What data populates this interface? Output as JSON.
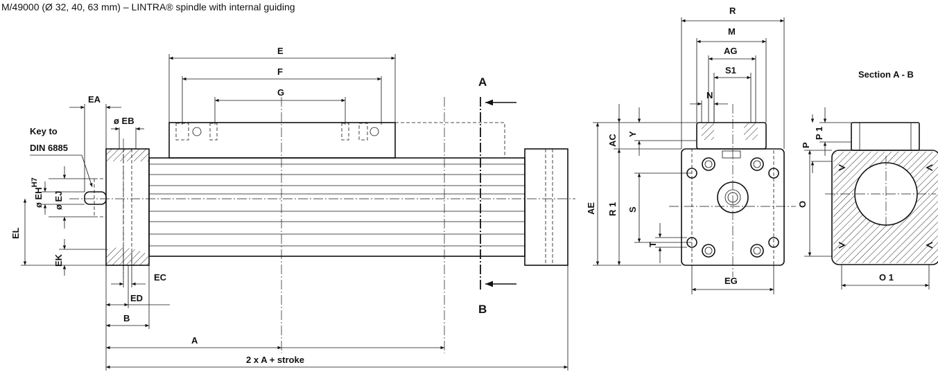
{
  "title": "M/49000 (Ø 32, 40, 63 mm) – LINTRA® spindle with internal guiding",
  "side_view": {
    "labels": {
      "E": "E",
      "F": "F",
      "G": "G",
      "EA": "EA",
      "EB": "ø EB",
      "EC": "EC",
      "ED": "ED",
      "B": "B",
      "EH": "ø EH",
      "EH_sup": "H7",
      "EJ": "ø EJ",
      "EK": "EK",
      "EL": "EL",
      "A": "A",
      "total": "2 x A +  stroke"
    },
    "key_note_line1": "Key to",
    "key_note_line2": "DIN 6885",
    "section_A": "A",
    "section_B": "B"
  },
  "end_view": {
    "labels": {
      "R": "R",
      "M": "M",
      "AG": "AG",
      "S1": "S1",
      "N": "N",
      "AC": "AC",
      "Y": "Y",
      "AE": "AE",
      "R1": "R 1",
      "S": "S",
      "T": "T",
      "EG": "EG"
    }
  },
  "section_view": {
    "title": "Section A - B",
    "labels": {
      "P": "P",
      "P1": "P 1",
      "O": "O",
      "O1": "O 1"
    }
  }
}
